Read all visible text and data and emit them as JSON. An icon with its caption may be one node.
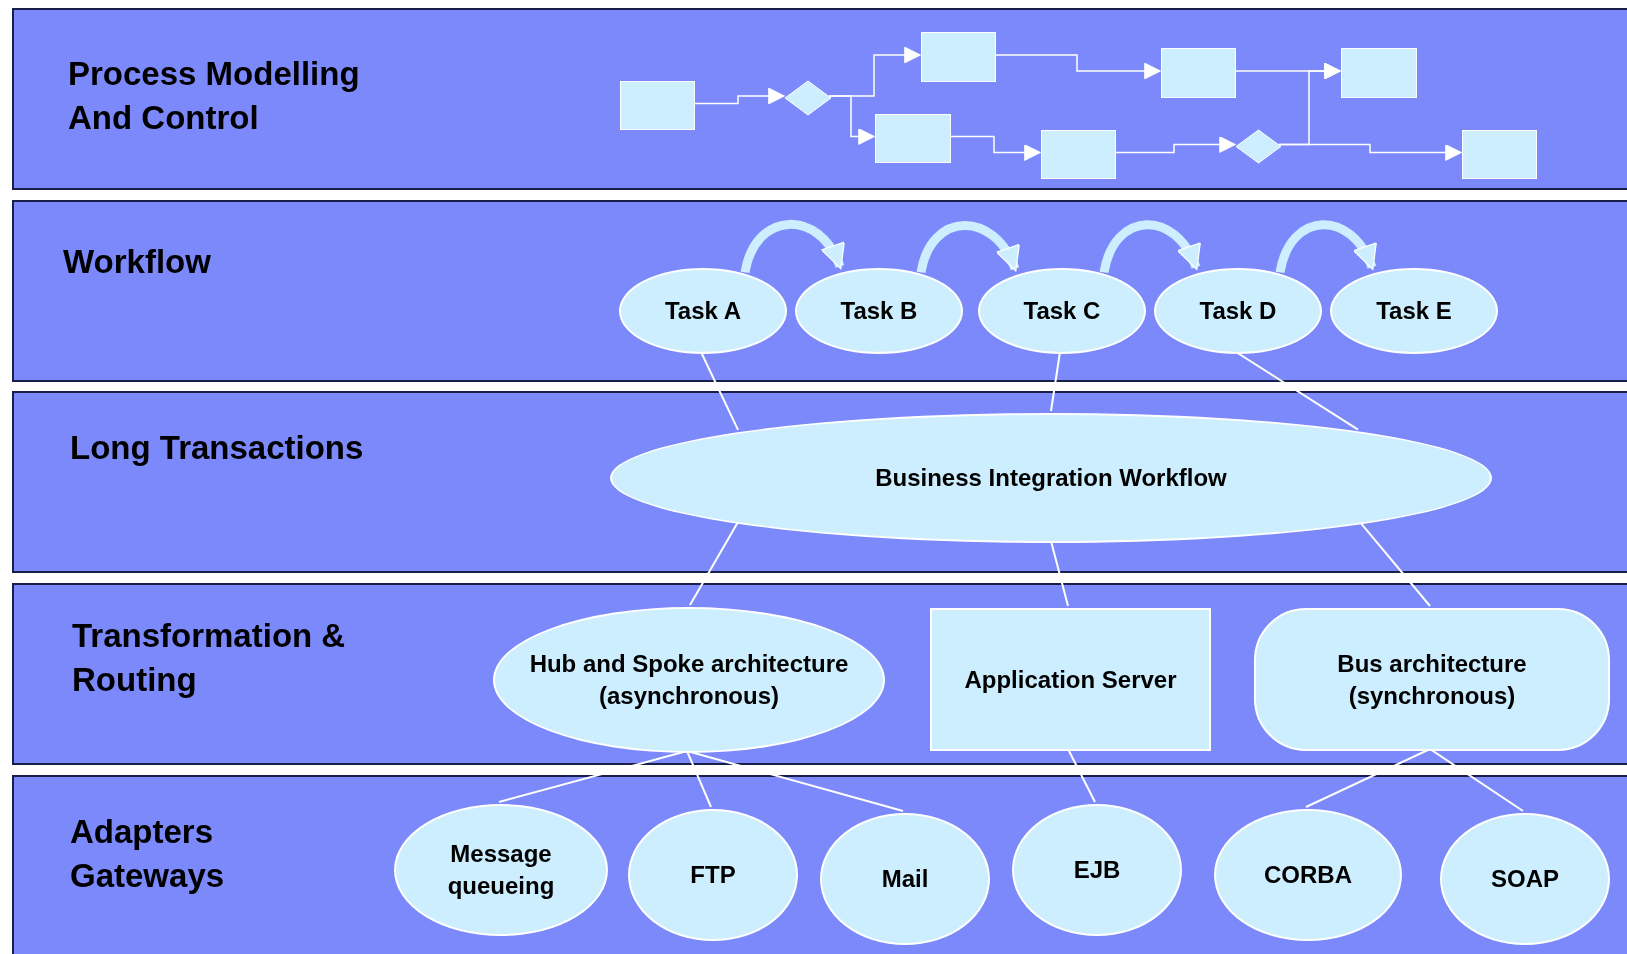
{
  "diagram": {
    "nodes": [
      {
        "text": [
          "Process Modelling And Control"
        ]
      },
      {
        "text": [],
        "shape": "box",
        "in": 0
      },
      {
        "text": [],
        "shape": "diamond",
        "in": 0
      },
      {
        "text": [],
        "shape": "box",
        "in": 0
      },
      {
        "text": [],
        "shape": "box",
        "in": 0
      },
      {
        "text": [],
        "shape": "box",
        "in": 0
      },
      {
        "text": [],
        "shape": "box",
        "in": 0
      },
      {
        "text": [],
        "shape": "diamond",
        "in": 0
      },
      {
        "text": [],
        "shape": "box",
        "in": 0
      },
      {
        "text": [],
        "shape": "box",
        "in": 0
      },
      {
        "text": [
          "Workflow"
        ]
      },
      {
        "text": [
          "Task A"
        ],
        "in": 10
      },
      {
        "text": [
          "Task B"
        ],
        "in": 10
      },
      {
        "text": [
          "Task C"
        ],
        "in": 10
      },
      {
        "text": [
          "Task D"
        ],
        "in": 10
      },
      {
        "text": [
          "Task E"
        ],
        "in": 10
      },
      {
        "text": [
          "Long Transactions"
        ]
      },
      {
        "text": [
          "Business Integration Workflow"
        ],
        "in": 16
      },
      {
        "text": [
          "Transformation & Routing"
        ]
      },
      {
        "text": [
          "Hub and Spoke architecture (asynchronous)"
        ],
        "in": 18
      },
      {
        "text": [
          "Application Server"
        ],
        "in": 18
      },
      {
        "text": [
          "Bus architecture (synchronous)"
        ],
        "in": 18
      },
      {
        "text": [
          "Adapters Gateways"
        ]
      },
      {
        "text": [
          "Message queueing"
        ],
        "in": 22
      },
      {
        "text": [
          "FTP"
        ],
        "in": 22
      },
      {
        "text": [
          "Mail"
        ],
        "in": 22
      },
      {
        "text": [
          "EJB"
        ],
        "in": 22
      },
      {
        "text": [
          "CORBA"
        ],
        "in": 22
      },
      {
        "text": [
          "SOAP"
        ],
        "in": 22
      }
    ],
    "edges": [
      {
        "from": 1,
        "to": 2,
        "arrow": "to"
      },
      {
        "from": 2,
        "to": 4,
        "arrow": "to"
      },
      {
        "from": 2,
        "to": 3,
        "arrow": "to"
      },
      {
        "from": 4,
        "to": 6,
        "arrow": "to"
      },
      {
        "from": 3,
        "to": 5,
        "arrow": "to"
      },
      {
        "from": 5,
        "to": 7,
        "arrow": "to"
      },
      {
        "from": 6,
        "to": 8,
        "arrow": "to"
      },
      {
        "from": 7,
        "to": 8,
        "arrow": "to"
      },
      {
        "from": 7,
        "to": 9,
        "arrow": "to"
      },
      {
        "from": 11,
        "to": 12,
        "arrow": "to",
        "style": "thick",
        "color": "#cdeeff"
      },
      {
        "from": 12,
        "to": 13,
        "arrow": "to",
        "style": "thick",
        "color": "#cdeeff"
      },
      {
        "from": 13,
        "to": 14,
        "arrow": "to",
        "style": "thick",
        "color": "#cdeeff"
      },
      {
        "from": 14,
        "to": 15,
        "arrow": "to",
        "style": "thick",
        "color": "#cdeeff"
      },
      {
        "from": 11,
        "to": 17,
        "arrow": "none"
      },
      {
        "from": 13,
        "to": 17,
        "arrow": "none"
      },
      {
        "from": 14,
        "to": 17,
        "arrow": "none"
      },
      {
        "from": 17,
        "to": 19,
        "arrow": "none"
      },
      {
        "from": 17,
        "to": 20,
        "arrow": "none"
      },
      {
        "from": 17,
        "to": 21,
        "arrow": "none"
      },
      {
        "from": 19,
        "to": 23,
        "arrow": "none"
      },
      {
        "from": 19,
        "to": 24,
        "arrow": "none"
      },
      {
        "from": 19,
        "to": 25,
        "arrow": "none"
      },
      {
        "from": 20,
        "to": 26,
        "arrow": "none"
      },
      {
        "from": 21,
        "to": 27,
        "arrow": "none"
      },
      {
        "from": 21,
        "to": 28,
        "arrow": "none"
      }
    ]
  }
}
